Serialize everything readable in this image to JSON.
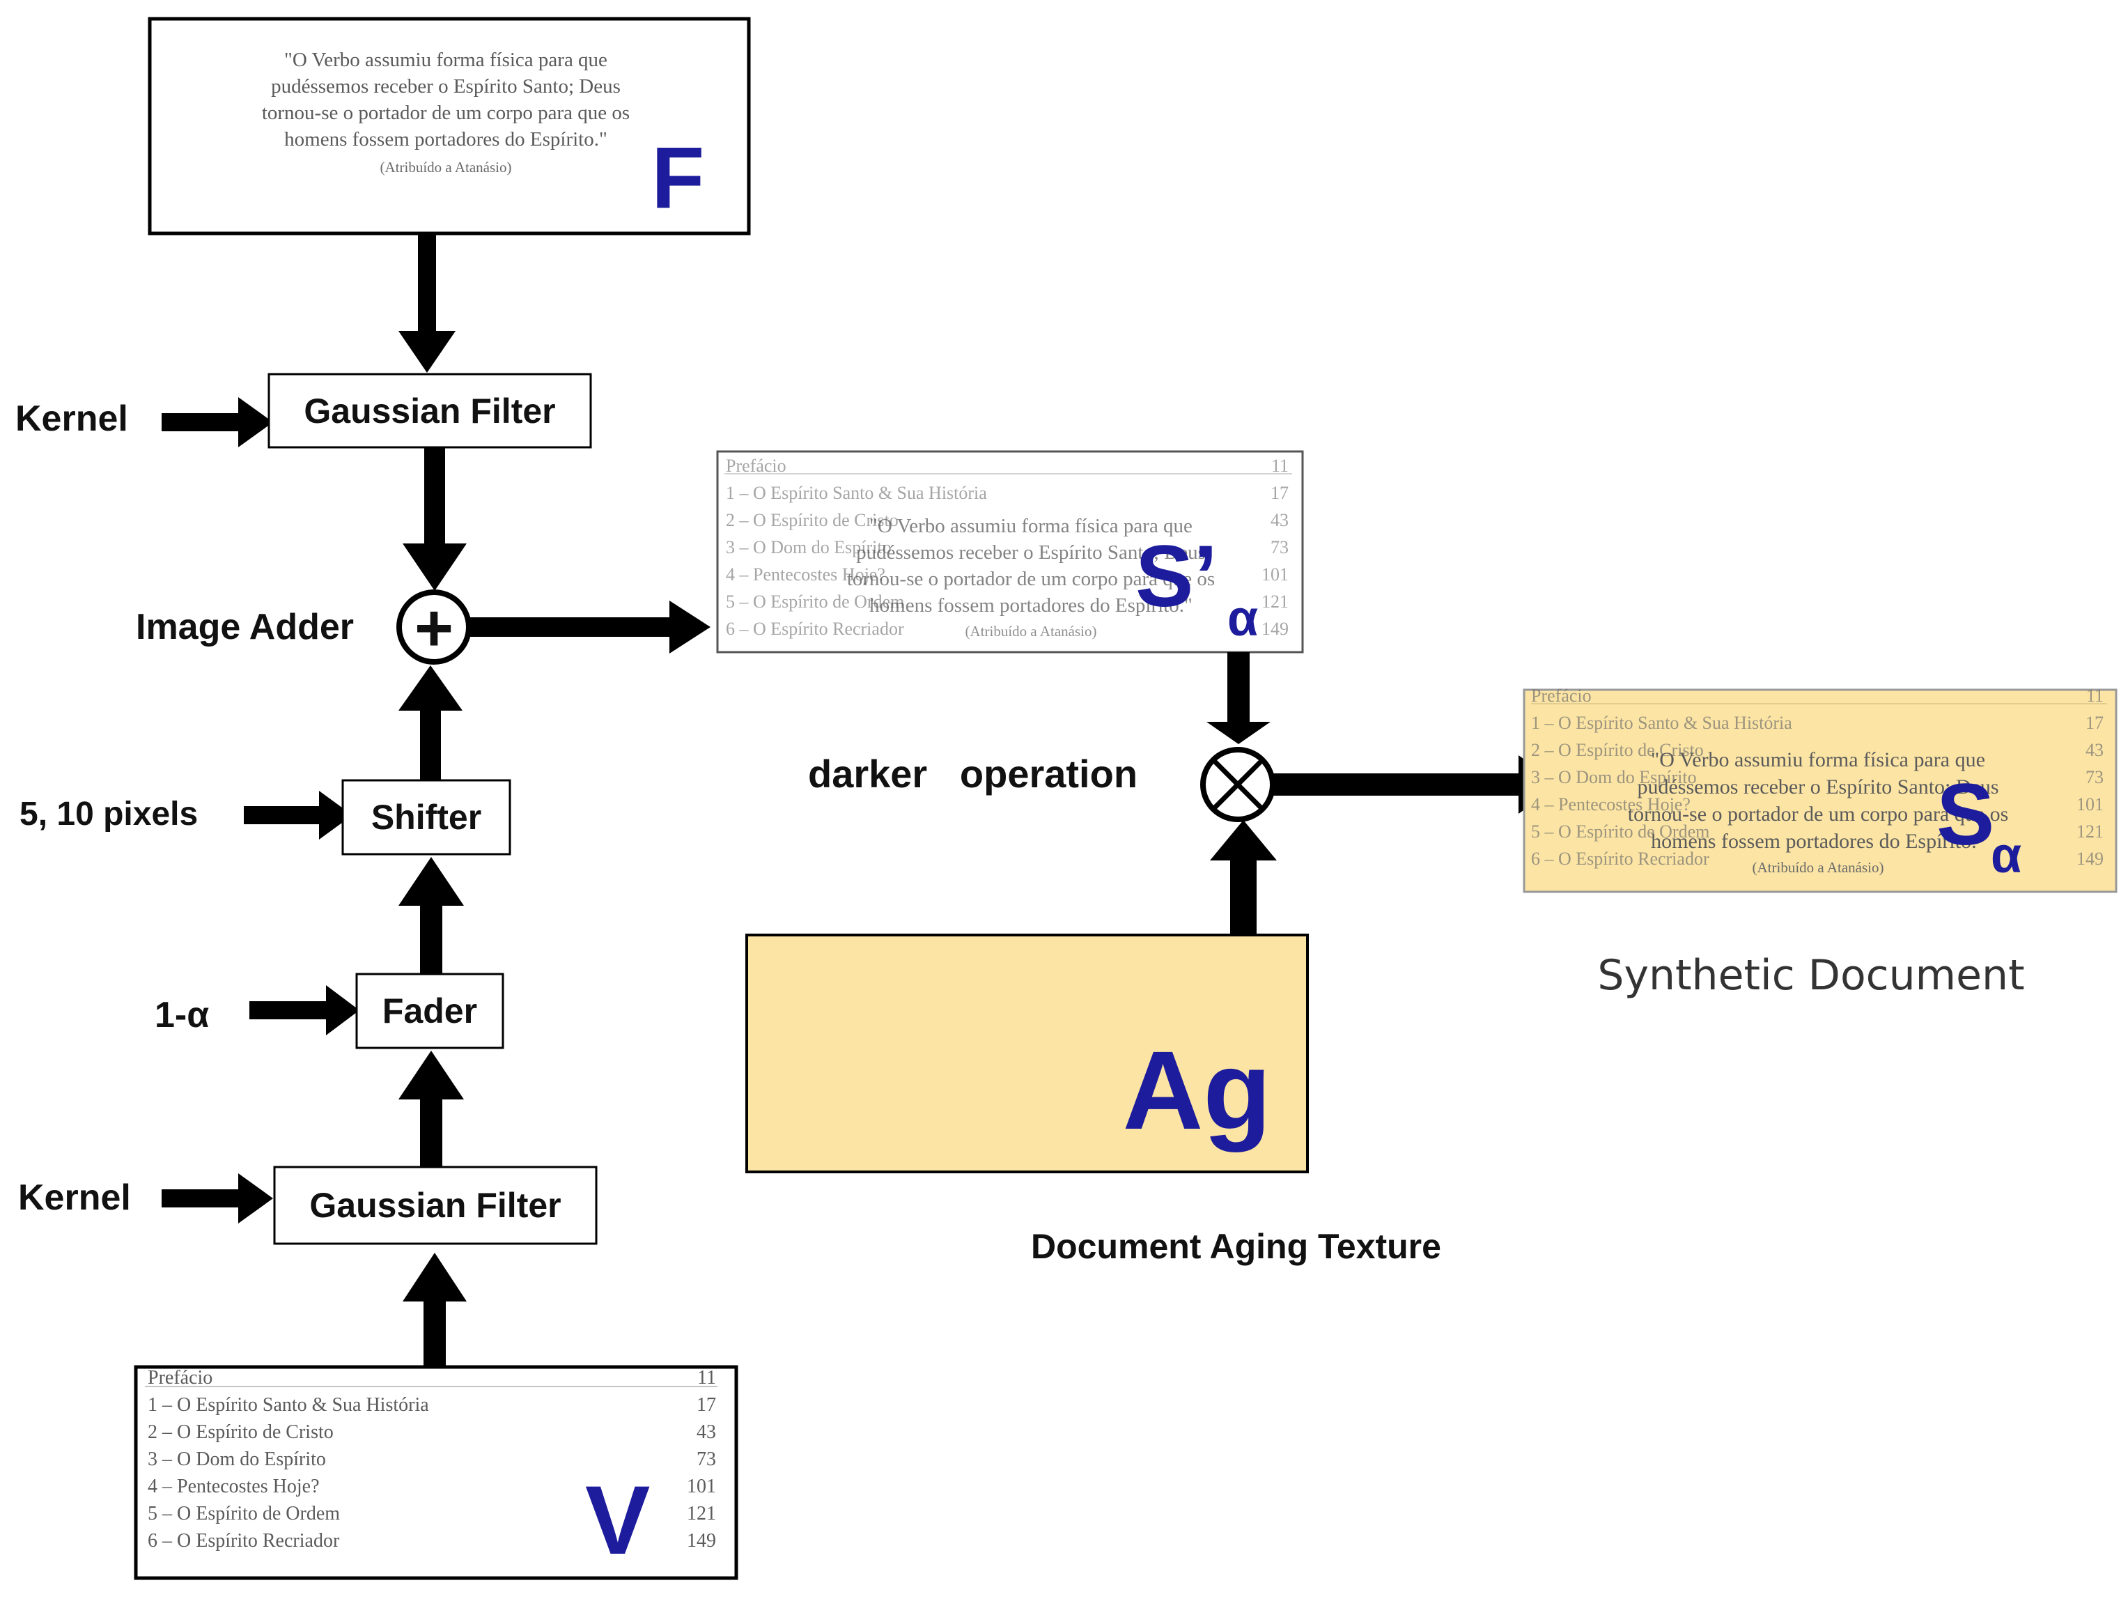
{
  "colors": {
    "arrow": "#000000",
    "box_border": "#000000",
    "symbol_text": "#1c1c9c",
    "aging_texture": "#fbe4a4",
    "doc_text": "#5a5a5a"
  },
  "document_f": {
    "quote_lines": [
      "\"O Verbo assumiu forma física para que",
      "pudéssemos receber o Espírito Santo; Deus",
      "tornou-se o portador de um corpo para que os",
      "homens fossem portadores do Espírito.\""
    ],
    "attribution": "(Atribuído a Atanásio)",
    "symbol": "F"
  },
  "document_v": {
    "toc_lines": [
      {
        "text": "Prefácio",
        "page": "11"
      },
      {
        "text": "1 – O Espírito Santo & Sua História",
        "page": "17"
      },
      {
        "text": "2 – O Espírito de Cristo",
        "page": "43"
      },
      {
        "text": "3 – O Dom do Espírito",
        "page": "73"
      },
      {
        "text": "4 – Pentecostes Hoje?",
        "page": "101"
      },
      {
        "text": "5 – O Espírito de Ordem",
        "page": "121"
      },
      {
        "text": "6 – O Espírito Recriador",
        "page": "149"
      }
    ],
    "symbol": "V"
  },
  "blocks": {
    "gaussian_filter_top": "Gaussian Filter",
    "gaussian_filter_bottom": "Gaussian Filter",
    "shifter": "Shifter",
    "fader": "Fader"
  },
  "inputs": {
    "kernel_top": "Kernel",
    "kernel_bottom": "Kernel",
    "shift_amount": "5, 10 pixels",
    "fade_factor": "1-α"
  },
  "operations": {
    "image_adder": "Image Adder",
    "image_adder_symbol": "+",
    "darker": "darker   operation",
    "darker_symbol": "×"
  },
  "outputs": {
    "intermediate_symbol": "S’",
    "intermediate_subscript": "α",
    "aging_symbol": "Ag",
    "aging_label": "Document Aging Texture",
    "final_symbol": "S",
    "final_subscript": "α",
    "final_label": "Synthetic Document"
  }
}
